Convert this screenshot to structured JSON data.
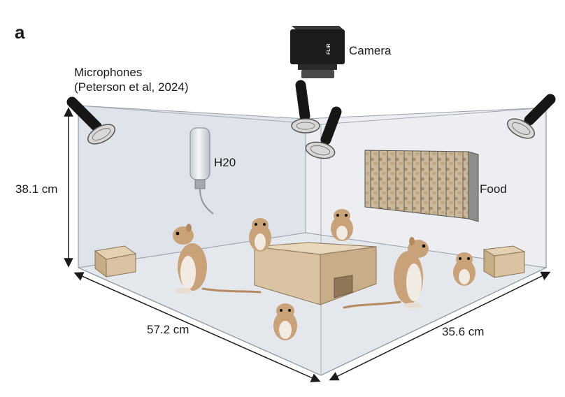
{
  "panel_label": "a",
  "labels": {
    "camera": "Camera",
    "camera_brand": "FLIR",
    "microphones": "Microphones",
    "microphones_citation": "(Peterson et al, 2024)",
    "water": "H20",
    "food": "Food",
    "height": "38.1 cm",
    "width": "57.2 cm",
    "depth": "35.6 cm"
  },
  "colors": {
    "wall_left": "#dfe3ea",
    "wall_right": "#eceef1",
    "floor": "#e4e7ec",
    "cardboard": "#d9c3a2",
    "cardboard_dark": "#b99f7b",
    "gerbil_fur": "#c9a27a",
    "gerbil_belly": "#f1ebe3",
    "camera_body": "#1c1c1c",
    "mic_body": "#161616",
    "mic_head": "#d8d8d8"
  }
}
